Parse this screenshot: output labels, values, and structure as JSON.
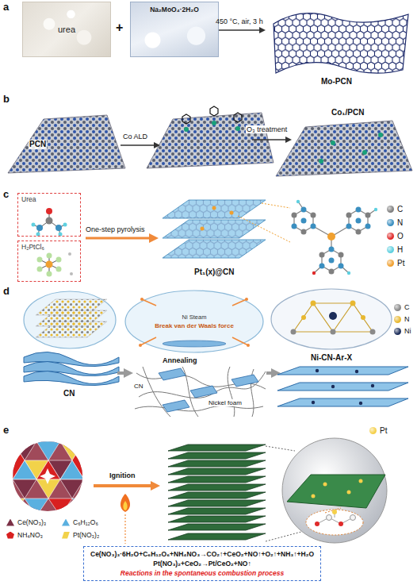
{
  "diagram": {
    "nodes": [
      {
        "text": [
          "urea"
        ]
      },
      {
        "text": [
          "Na₂MoO₄·2H₂O"
        ]
      },
      {
        "text": [
          "Urea"
        ]
      },
      {
        "text": [
          "H₂PtCl₆"
        ]
      },
      {
        "text": [
          "Ni Steam",
          "Break van der Waals force"
        ]
      },
      {
        "text": [
          "Ce(NO₃)₃·6H₂O+C₆H₁₂O₆+NH₄NO₃→CO₂↑+CeO₂+NO↑+O₂↑+NH₃↑+H₂O",
          "Pt(NO₃)₂+CeO₂→Pt/CeO₂+NO↑",
          "Reactions in the spontaneous combustion process"
        ]
      }
    ],
    "labels": [
      "a",
      "+",
      "450 °C, air, 3 h",
      "Mo-PCN",
      "b",
      "PCN",
      "Co ALD",
      "O₃ treatment",
      "Co₁/PCN",
      "c",
      "One-step pyrolysis",
      "Pt₁(x)@CN",
      "d",
      "CN",
      "Annealing",
      "CN",
      "Nickel foam",
      "Ni-CN-Ar-X",
      "e",
      "Ignition"
    ],
    "legend": [
      {
        "text": "C",
        "color": "#7f7f7f"
      },
      {
        "text": "N",
        "color": "#3b8fc0"
      },
      {
        "text": "O",
        "color": "#e02a2a"
      },
      {
        "text": "H",
        "color": "#5fd0e0"
      },
      {
        "text": "Pt",
        "color": "#f0a030"
      },
      {
        "text": "C",
        "color": "#8a8a8a"
      },
      {
        "text": "N",
        "color": "#e8b830"
      },
      {
        "text": "Ni",
        "color": "#1c2d5a"
      },
      {
        "text": "Pt",
        "color": "#f5d04a"
      },
      {
        "text": "Ce(NO₃)₃",
        "color": "#7b3046"
      },
      {
        "text": "C₆H₁₂O₆",
        "color": "#5ab0e0"
      },
      {
        "text": "NH₄NO₃",
        "color": "#d82020"
      },
      {
        "text": "Pt(NO₃)₂",
        "color": "#f2d24a"
      }
    ]
  }
}
